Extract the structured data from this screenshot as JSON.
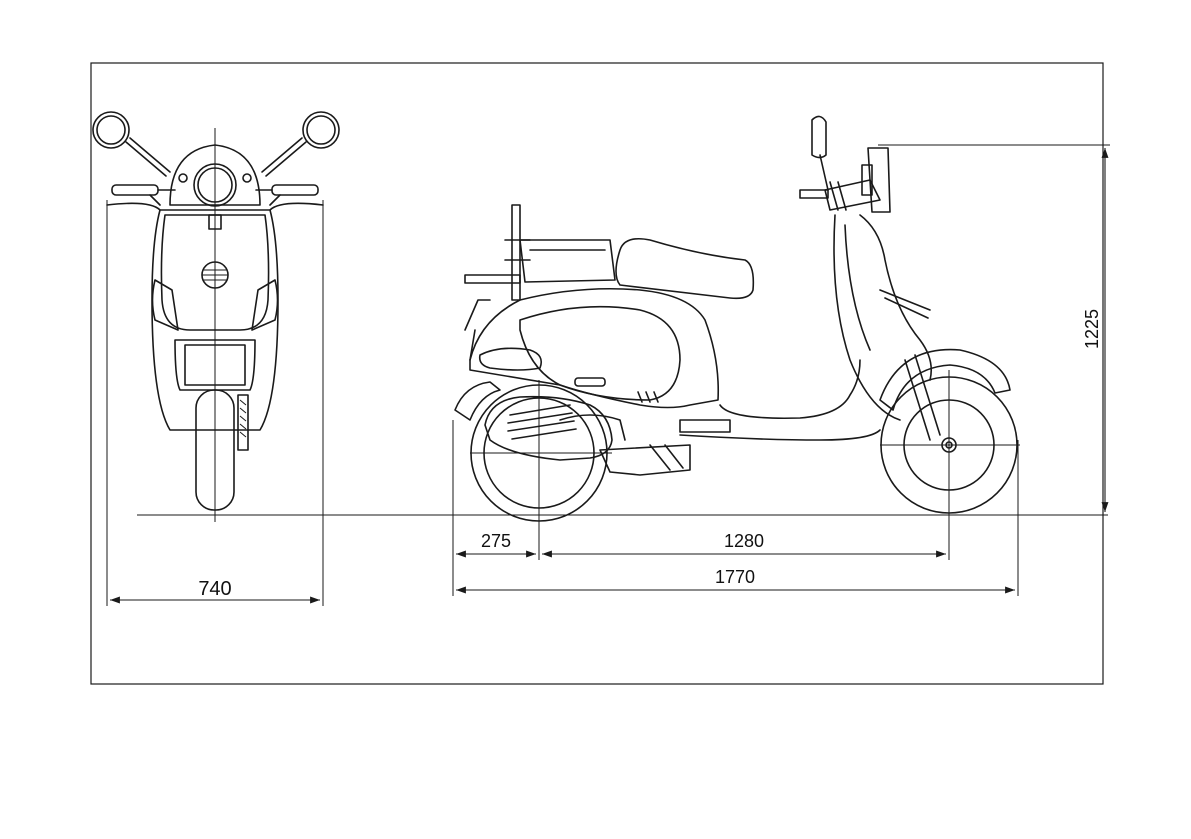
{
  "dimensions": {
    "overall_width": "740",
    "rear_overhang": "275",
    "wheelbase": "1280",
    "overall_length": "1770",
    "overall_height": "1225"
  },
  "colors": {
    "line": "#1a1a1a",
    "background": "#ffffff"
  }
}
